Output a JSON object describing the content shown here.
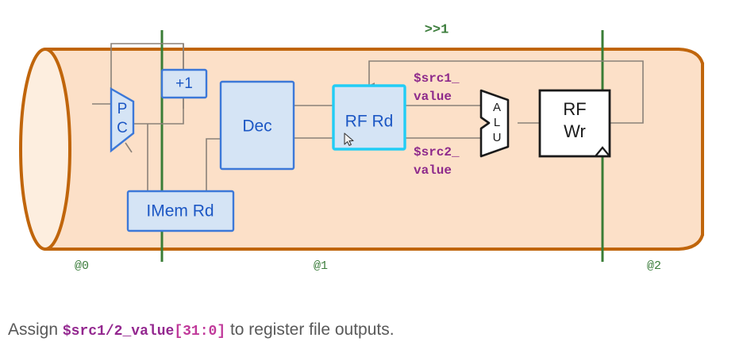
{
  "diagram": {
    "type": "cpu-pipeline-diagram",
    "title_annotation": ">>1",
    "colors": {
      "pipeline_fill": "#fce0c8",
      "pipeline_endcap_fill": "#fdeedf",
      "pipeline_stroke": "#c0650b",
      "block_fill": "#d5e4f5",
      "block_stroke": "#3c78d8",
      "highlight_stroke": "#22cdf5",
      "wire": "#8a8178",
      "stage_line": "#3a7d36",
      "signal_text": "#8e2a8b",
      "white_block_fill": "#ffffff",
      "white_block_stroke": "#1a1a1a"
    },
    "blocks": [
      {
        "id": "pc",
        "label": "PC",
        "shape": "mux-trapezoid",
        "style": "blue"
      },
      {
        "id": "plus1",
        "label": "+1",
        "shape": "rect",
        "style": "blue"
      },
      {
        "id": "imem_rd",
        "label": "IMem Rd",
        "shape": "rect",
        "style": "blue"
      },
      {
        "id": "dec",
        "label": "Dec",
        "shape": "rect",
        "style": "blue"
      },
      {
        "id": "rf_rd",
        "label": "RF Rd",
        "shape": "rect",
        "style": "highlighted"
      },
      {
        "id": "alu",
        "label": "ALU",
        "shape": "alu",
        "style": "white"
      },
      {
        "id": "rf_wr",
        "label": "RF Wr",
        "shape": "rect-clocked",
        "style": "white"
      }
    ],
    "signals": [
      {
        "id": "src1_value",
        "line1": "$src1_",
        "line2": "value"
      },
      {
        "id": "src2_value",
        "line1": "$src2_",
        "line2": "value"
      }
    ],
    "stage_markers": [
      {
        "id": "stage0",
        "label": "@0"
      },
      {
        "id": "stage1",
        "label": "@1"
      },
      {
        "id": "stage2",
        "label": "@2"
      }
    ]
  },
  "caption": {
    "prefix": "Assign ",
    "code_main": "$src1/2_value",
    "code_range": "[31:0]",
    "suffix": " to register file outputs."
  }
}
